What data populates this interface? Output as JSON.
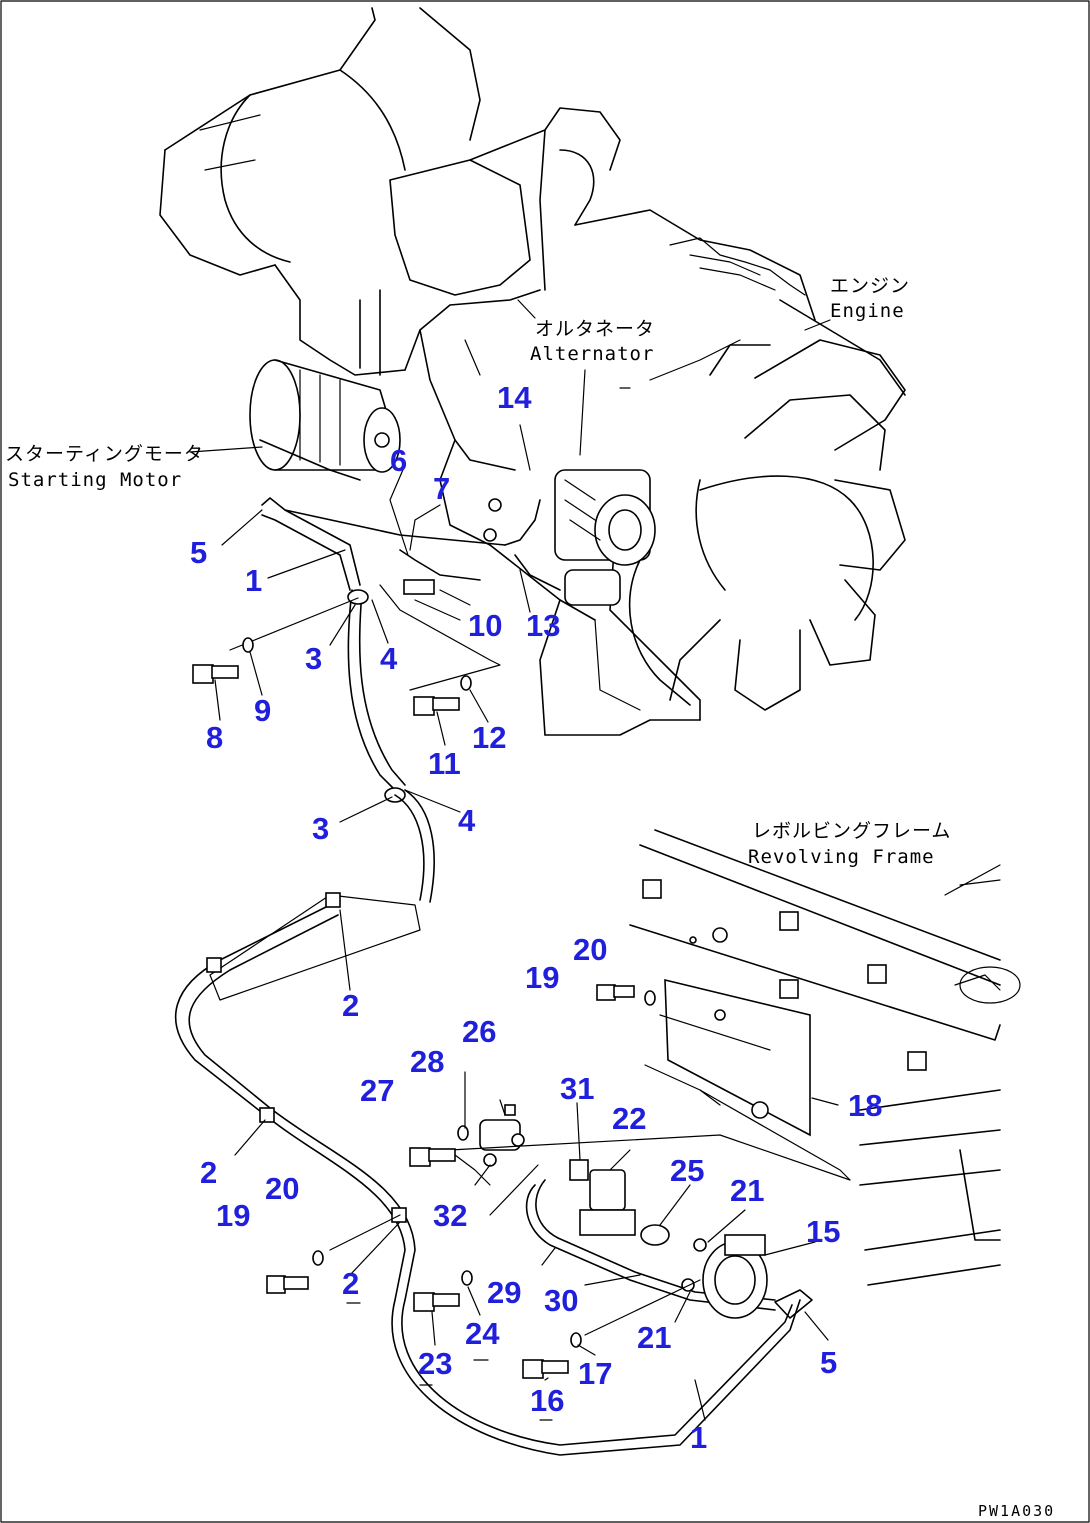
{
  "labels": {
    "engine_jp": "エンジン",
    "engine_en": "Engine",
    "alternator_jp": "オルタネータ",
    "alternator_en": "Alternator",
    "starting_motor_jp": "スターティングモータ",
    "starting_motor_en": "Starting Motor",
    "revolving_frame_jp": "レボルビングフレーム",
    "revolving_frame_en": "Revolving Frame"
  },
  "drawing_code": "PW1A030",
  "callouts": [
    {
      "id": "c14",
      "text": "14"
    },
    {
      "id": "c6",
      "text": "6"
    },
    {
      "id": "c7",
      "text": "7"
    },
    {
      "id": "c5a",
      "text": "5"
    },
    {
      "id": "c1a",
      "text": "1"
    },
    {
      "id": "c10",
      "text": "10"
    },
    {
      "id": "c13",
      "text": "13"
    },
    {
      "id": "c3a",
      "text": "3"
    },
    {
      "id": "c4a",
      "text": "4"
    },
    {
      "id": "c8",
      "text": "8"
    },
    {
      "id": "c9",
      "text": "9"
    },
    {
      "id": "c11",
      "text": "11"
    },
    {
      "id": "c12",
      "text": "12"
    },
    {
      "id": "c3b",
      "text": "3"
    },
    {
      "id": "c4b",
      "text": "4"
    },
    {
      "id": "c2a",
      "text": "2"
    },
    {
      "id": "c20a",
      "text": "20"
    },
    {
      "id": "c19a",
      "text": "19"
    },
    {
      "id": "c26",
      "text": "26"
    },
    {
      "id": "c28",
      "text": "28"
    },
    {
      "id": "c27",
      "text": "27"
    },
    {
      "id": "c31",
      "text": "31"
    },
    {
      "id": "c18",
      "text": "18"
    },
    {
      "id": "c22",
      "text": "22"
    },
    {
      "id": "c25",
      "text": "25"
    },
    {
      "id": "c21a",
      "text": "21"
    },
    {
      "id": "c2b",
      "text": "2"
    },
    {
      "id": "c20b",
      "text": "20"
    },
    {
      "id": "c19b",
      "text": "19"
    },
    {
      "id": "c32",
      "text": "32"
    },
    {
      "id": "c15",
      "text": "15"
    },
    {
      "id": "c2c",
      "text": "2"
    },
    {
      "id": "c29",
      "text": "29"
    },
    {
      "id": "c30",
      "text": "30"
    },
    {
      "id": "c24",
      "text": "24"
    },
    {
      "id": "c21b",
      "text": "21"
    },
    {
      "id": "c5b",
      "text": "5"
    },
    {
      "id": "c23",
      "text": "23"
    },
    {
      "id": "c17",
      "text": "17"
    },
    {
      "id": "c16",
      "text": "16"
    },
    {
      "id": "c1b",
      "text": "1"
    }
  ]
}
